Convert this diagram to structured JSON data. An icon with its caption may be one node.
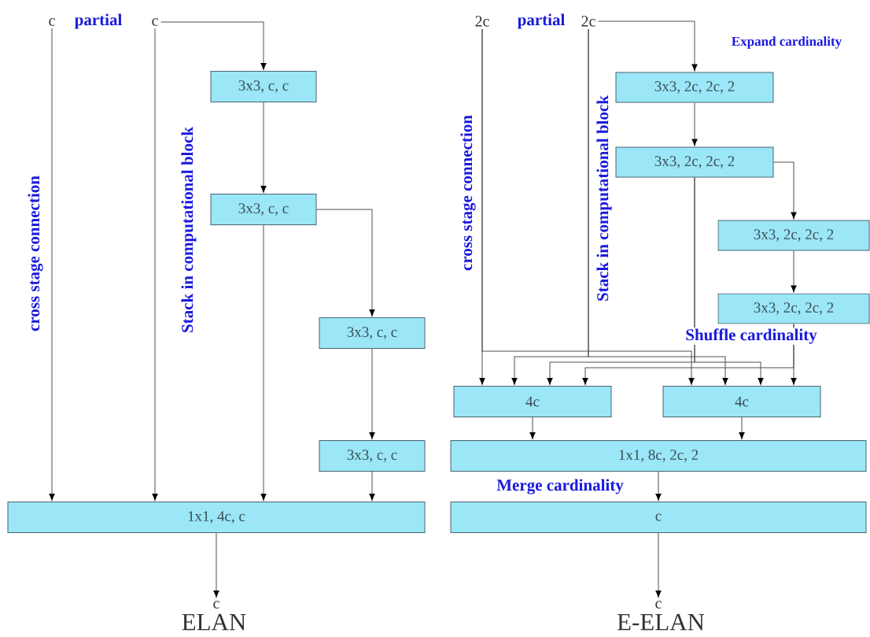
{
  "diagram": {
    "nodes": [
      {
        "text": [
          "c"
        ]
      },
      {
        "text": [
          "c"
        ]
      },
      {
        "text": [
          "3x3, c, c"
        ]
      },
      {
        "text": [
          "3x3, c, c"
        ]
      },
      {
        "text": [
          "3x3, c, c"
        ]
      },
      {
        "text": [
          "3x3, c, c"
        ]
      },
      {
        "text": [
          "1x1, 4c, c"
        ]
      },
      {
        "text": [
          "c"
        ]
      },
      {
        "text": [
          "2c"
        ]
      },
      {
        "text": [
          "2c"
        ]
      },
      {
        "text": [
          "3x3, 2c, 2c, 2"
        ]
      },
      {
        "text": [
          "3x3, 2c, 2c, 2"
        ]
      },
      {
        "text": [
          "3x3, 2c, 2c, 2"
        ]
      },
      {
        "text": [
          "3x3, 2c, 2c, 2"
        ]
      },
      {
        "text": [
          "4c"
        ]
      },
      {
        "text": [
          "4c"
        ]
      },
      {
        "text": [
          "1x1, 8c, 2c, 2"
        ]
      },
      {
        "text": [
          "c"
        ]
      },
      {
        "text": [
          "c"
        ]
      }
    ],
    "edges": [
      {
        "from": 0,
        "to": 6,
        "arrow": "to"
      },
      {
        "from": 1,
        "to": 6,
        "arrow": "to"
      },
      {
        "from": 1,
        "to": 2,
        "arrow": "to"
      },
      {
        "from": 2,
        "to": 3,
        "arrow": "to"
      },
      {
        "from": 3,
        "to": 6,
        "arrow": "to"
      },
      {
        "from": 3,
        "to": 4,
        "arrow": "to"
      },
      {
        "from": 4,
        "to": 5,
        "arrow": "to"
      },
      {
        "from": 5,
        "to": 6,
        "arrow": "to"
      },
      {
        "from": 6,
        "to": 7,
        "arrow": "to"
      },
      {
        "from": 9,
        "to": 10,
        "arrow": "to"
      },
      {
        "from": 10,
        "to": 11,
        "arrow": "to"
      },
      {
        "from": 11,
        "to": 12,
        "arrow": "to"
      },
      {
        "from": 12,
        "to": 13,
        "arrow": "to"
      },
      {
        "from": 8,
        "to": 14,
        "arrow": "to"
      },
      {
        "from": 8,
        "to": 15,
        "arrow": "to"
      },
      {
        "from": 9,
        "to": 14,
        "arrow": "to"
      },
      {
        "from": 9,
        "to": 15,
        "arrow": "to"
      },
      {
        "from": 11,
        "to": 14,
        "arrow": "to"
      },
      {
        "from": 11,
        "to": 15,
        "arrow": "to"
      },
      {
        "from": 13,
        "to": 14,
        "arrow": "to"
      },
      {
        "from": 13,
        "to": 15,
        "arrow": "to"
      },
      {
        "from": 14,
        "to": 16,
        "arrow": "to"
      },
      {
        "from": 15,
        "to": 16,
        "arrow": "to"
      },
      {
        "from": 16,
        "to": 17,
        "arrow": "to"
      },
      {
        "from": 17,
        "to": 18,
        "arrow": "to"
      }
    ],
    "labels": [
      "partial",
      "cross stage connection",
      "Stack in computational block",
      "ELAN",
      "partial",
      "Expand cardinality",
      "cross stage connection",
      "Stack in computational block",
      "Shuffle cardinality",
      "Merge cardinality",
      "E-ELAN"
    ]
  }
}
